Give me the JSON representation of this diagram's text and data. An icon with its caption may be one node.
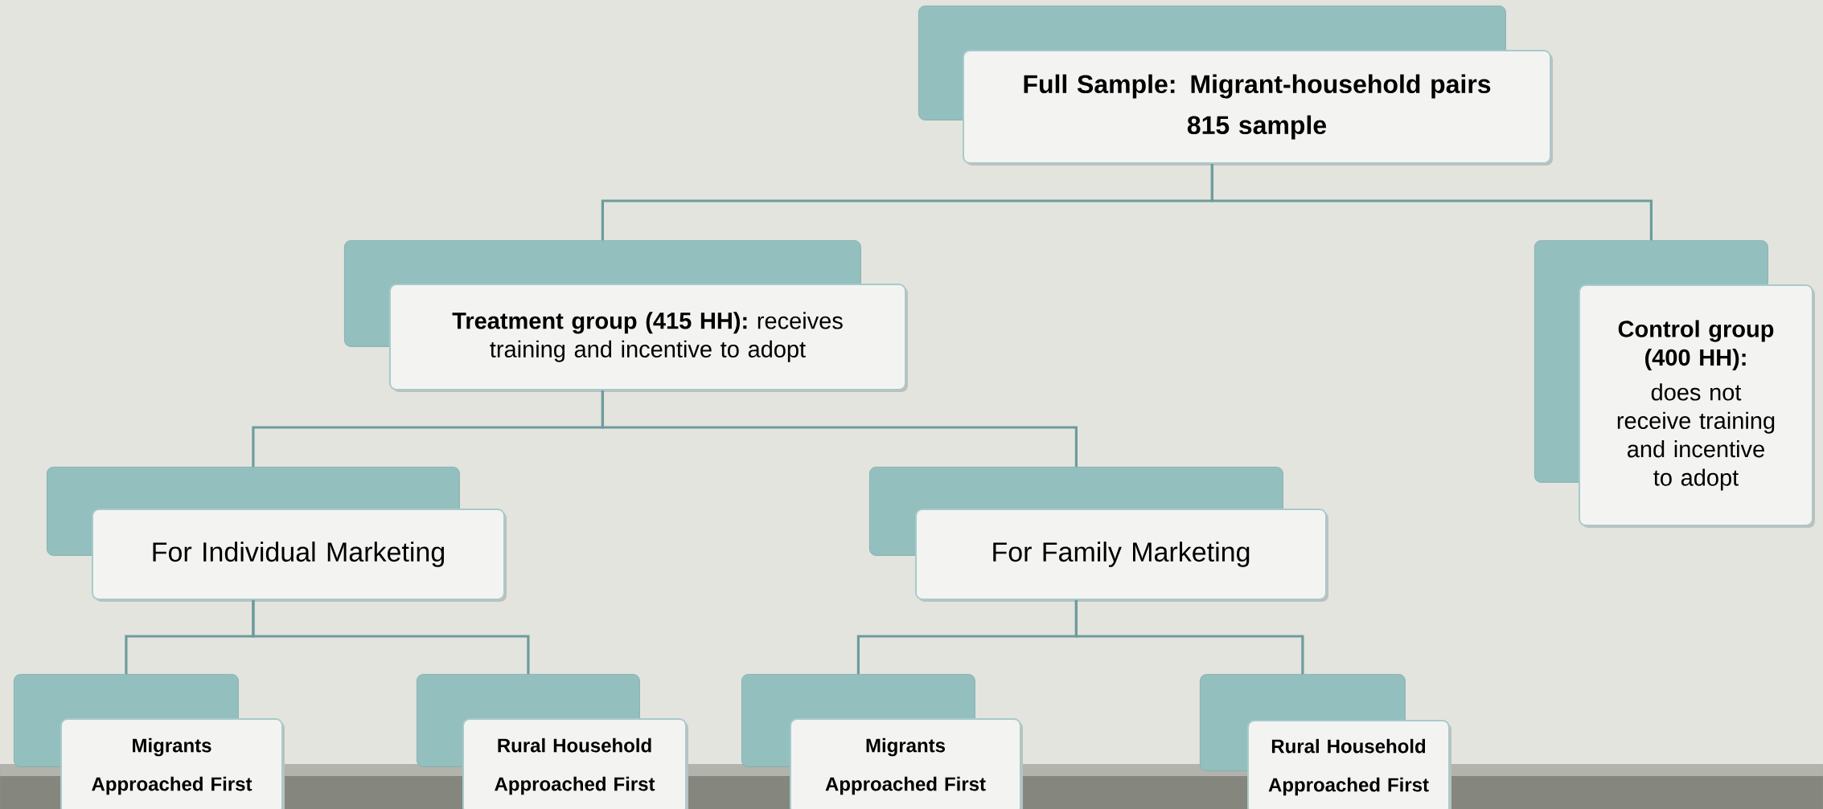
{
  "diagram": {
    "nodes": [
      {
        "text": [
          "Full Sample: Migrant-household pairs",
          "815 sample"
        ]
      },
      {
        "text": [
          "**Treatment group (415 HH):** receives training and incentive to adopt"
        ]
      },
      {
        "text": [
          "Control group (400 HH):",
          "does not receive training and incentive to adopt"
        ]
      },
      {
        "text": [
          "For Individual Marketing"
        ]
      },
      {
        "text": [
          "For Family Marketing"
        ]
      },
      {
        "text": [
          "Migrants Approached First"
        ]
      },
      {
        "text": [
          "Rural Household Approached First"
        ]
      },
      {
        "text": [
          "Migrants Approached First"
        ]
      },
      {
        "text": [
          "Rural Household Approached First"
        ]
      }
    ],
    "edges": [
      {
        "from": 0,
        "to": 1,
        "arrow": "none"
      },
      {
        "from": 0,
        "to": 2,
        "arrow": "none"
      },
      {
        "from": 1,
        "to": 3,
        "arrow": "none"
      },
      {
        "from": 1,
        "to": 4,
        "arrow": "none"
      },
      {
        "from": 3,
        "to": 5,
        "arrow": "none"
      },
      {
        "from": 3,
        "to": 6,
        "arrow": "none"
      },
      {
        "from": 4,
        "to": 7,
        "arrow": "none"
      },
      {
        "from": 4,
        "to": 8,
        "arrow": "none"
      }
    ]
  }
}
